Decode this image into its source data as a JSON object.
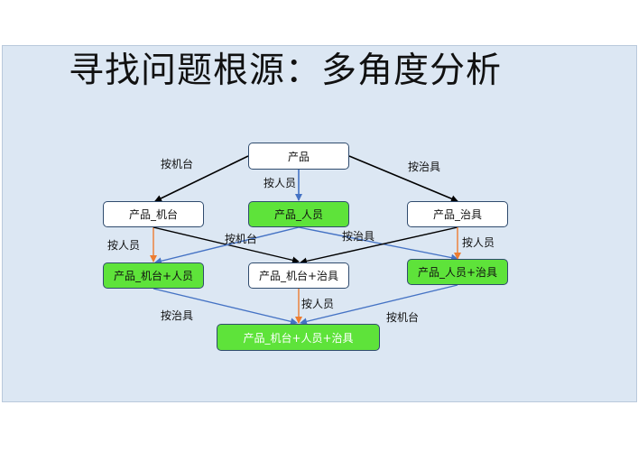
{
  "title": "寻找问题根源：多角度分析",
  "nodes": {
    "product": "产品",
    "machine": "产品_机台",
    "person": "产品_人员",
    "fixture": "产品_治具",
    "machine_person": "产品_机台+人员",
    "machine_fixture": "产品_机台+治具",
    "person_fixture": "产品_人员+治具",
    "all": "产品_机台+人员+治具"
  },
  "edge_labels": {
    "l1": "按机台",
    "l2": "按人员",
    "l3": "按治具",
    "l4": "按人员",
    "l5": "按机台",
    "l6": "按治具",
    "l7": "按人员",
    "l8": "按治具",
    "l9": "按人员",
    "l10": "按机台"
  },
  "colors": {
    "black_arrow": "#000000",
    "blue_arrow": "#4472c4",
    "orange_arrow": "#ed7d31",
    "highlight_fill": "#5ee33a"
  }
}
